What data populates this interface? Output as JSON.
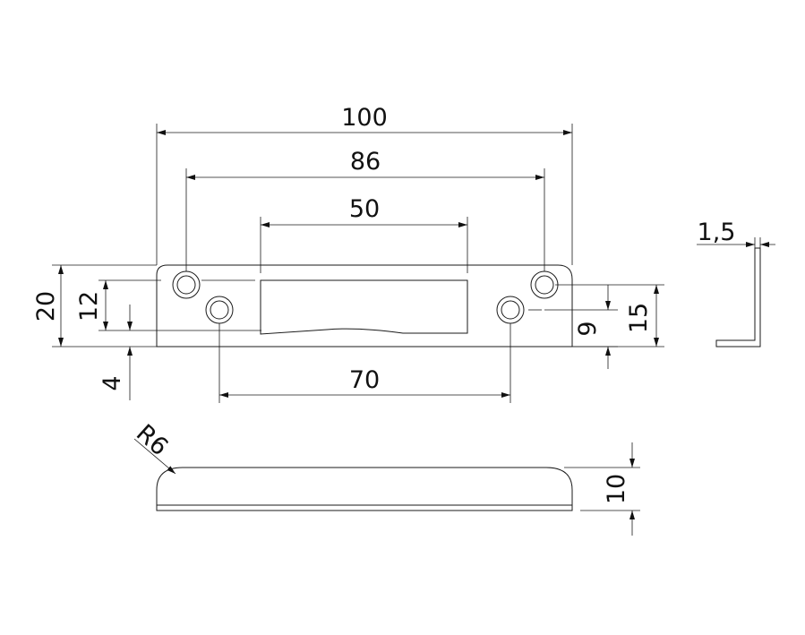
{
  "drawing": {
    "dimensions": {
      "total_length": "100",
      "outer_hole_spacing": "86",
      "slot_length": "50",
      "inner_hole_spacing": "70",
      "plate_height": "20",
      "outer_hole_offset": "12",
      "inner_hole_offset": "4",
      "right_inner_hole_height": "9",
      "right_outer_hole_height": "15",
      "corner_radius": "R6",
      "side_height": "10",
      "thickness": "1,5"
    }
  }
}
